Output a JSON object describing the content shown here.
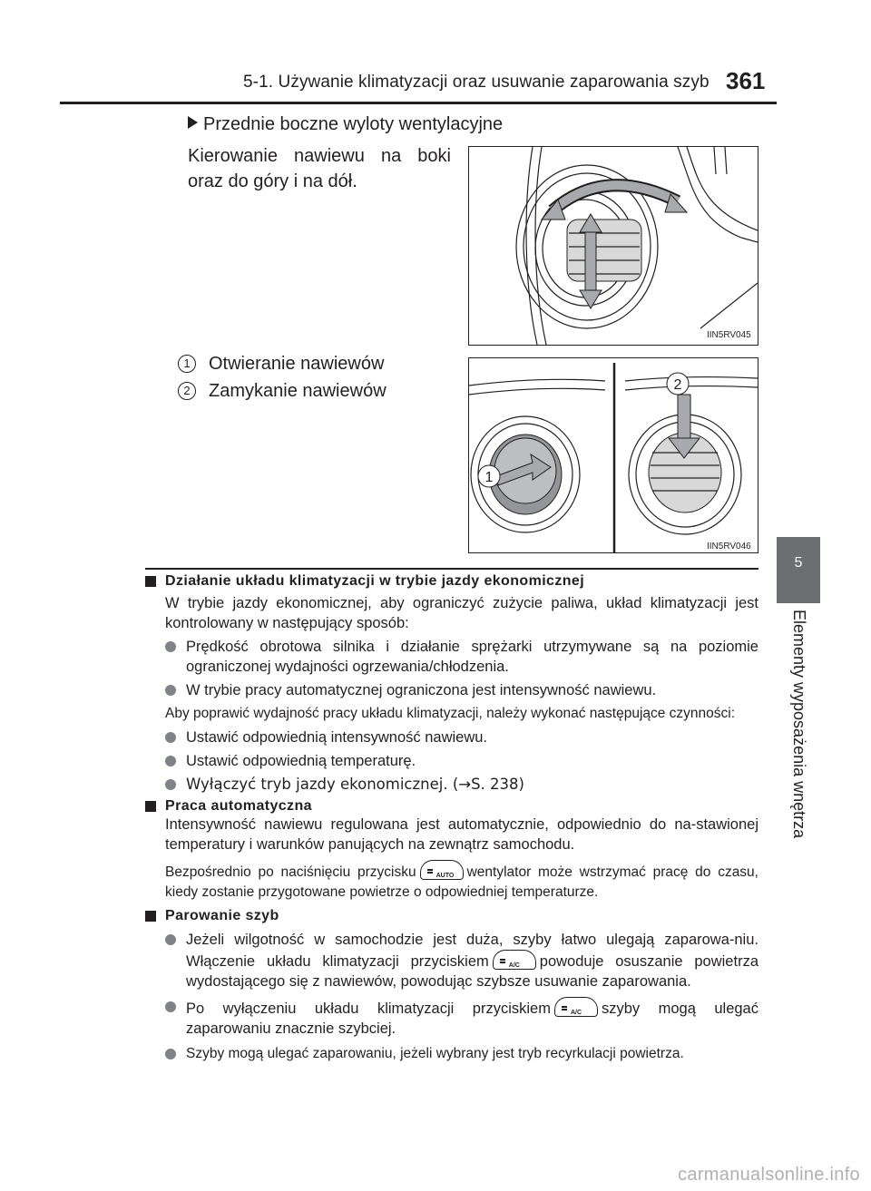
{
  "header": {
    "title": "5-1. Używanie klimatyzacji oraz usuwanie zaparowania szyb",
    "page_number": "361"
  },
  "side_tab": {
    "number": "5",
    "label": "Elementy wyposażenia wnętrza"
  },
  "vents": {
    "subhead": "Przednie boczne wyloty wentylacyjne",
    "lead_line1": "Kierowanie nawiewu na boki",
    "lead_line2": "oraz do góry i na dół.",
    "fig1_code": "IIN5RV045",
    "fig2_code": "IIN5RV046",
    "legend": [
      {
        "num": "1",
        "text": "Otwieranie nawiewów"
      },
      {
        "num": "2",
        "text": "Zamykanie nawiewów"
      }
    ]
  },
  "sections": {
    "eco": {
      "heading": "Działanie układu klimatyzacji w trybie jazdy ekonomicznej",
      "intro": "W trybie jazdy ekonomicznej, aby ograniczyć zużycie paliwa, układ klimatyzacji jest kontrolowany w następujący sposób:",
      "bullets": [
        "Prędkość obrotowa silnika i działanie sprężarki utrzymywane są na poziomie ograniczonej wydajności ogrzewania/chłodzenia.",
        "W trybie pracy automatycznej ograniczona jest intensywność nawiewu."
      ],
      "improve": "Aby poprawić wydajność pracy układu klimatyzacji, należy wykonać następujące czynności:",
      "steps": [
        "Ustawić odpowiednią intensywność nawiewu.",
        "Ustawić odpowiednią temperaturę.",
        "Wyłączyć tryb jazdy ekonomicznej. (→S. 238)"
      ]
    },
    "auto": {
      "heading": "Praca automatyczna",
      "text": "Intensywność nawiewu regulowana jest automatycznie, odpowiednio do na-stawionej temperatury i warunków panujących na zewnątrz samochodu.",
      "note_before": "Bezpośrednio po naciśnięciu przycisku",
      "note_after": "wentylator może wstrzymać pracę do czasu, kiedy zostanie przygotowane powietrze o odpowiedniej temperaturze.",
      "button_label": "AUTO"
    },
    "fog": {
      "heading": "Parowanie szyb",
      "b1_before": "Jeżeli wilgotność w samochodzie jest duża, szyby łatwo ulegają zaparowa-niu. Włączenie układu klimatyzacji przyciskiem",
      "b1_after": "powoduje osuszanie powietrza wydostającego się z nawiewów, powodując szybsze usuwanie zaparowania.",
      "b2_before": "Po wyłączeniu układu klimatyzacji przyciskiem",
      "b2_after": "szyby mogą ulegać zaparowaniu znacznie szybciej.",
      "b3": "Szyby mogą ulegać zaparowaniu, jeżeli wybrany jest tryb recyrkulacji powietrza.",
      "button_label": "A/C"
    }
  },
  "watermark": "carmanualsonline.info"
}
